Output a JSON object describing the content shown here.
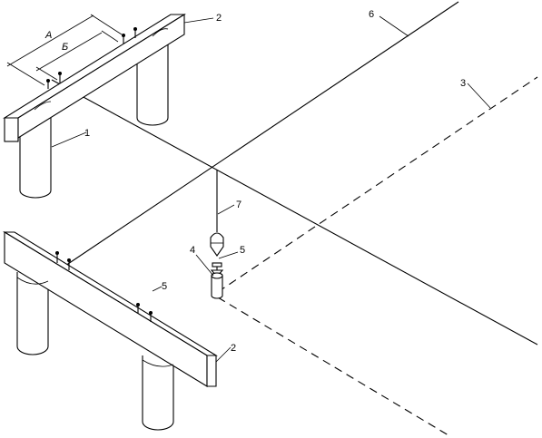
{
  "labels": {
    "pile": "1",
    "cap_beam_top": "2",
    "cap_beam_bottom": "2",
    "dashed_axis": "3",
    "plumb_bob": "4",
    "nail_bob": "5",
    "nail_beam": "5",
    "main_axis": "6",
    "plumb_line": "7",
    "dim_a": "А",
    "dim_b": "Б"
  }
}
